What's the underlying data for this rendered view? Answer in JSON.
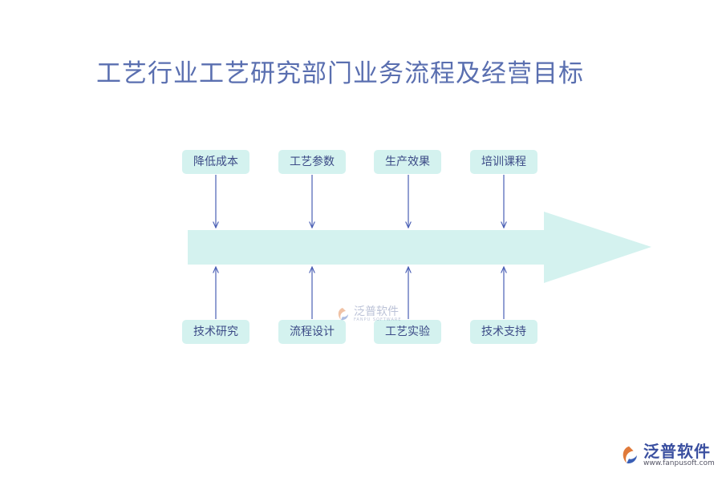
{
  "title": "工艺行业工艺研究部门业务流程及经营目标",
  "colors": {
    "arrow_fill": "#d4f2ef",
    "box_fill": "#d4f2ef",
    "connector": "#4a5fb5",
    "title": "#5a6fb0",
    "text": "#3b4a86"
  },
  "top_boxes": [
    {
      "label": "降低成本"
    },
    {
      "label": "工艺参数"
    },
    {
      "label": "生产效果"
    },
    {
      "label": "培训课程"
    }
  ],
  "bottom_boxes": [
    {
      "label": "技术研究"
    },
    {
      "label": "流程设计"
    },
    {
      "label": "工艺实验"
    },
    {
      "label": "技术支持"
    }
  ],
  "watermark_center": {
    "name": "泛普软件",
    "sub": "FANPU SOFTWARE"
  },
  "watermark_corner": {
    "name": "泛普软件",
    "url": "www.fanpusoft.com"
  }
}
